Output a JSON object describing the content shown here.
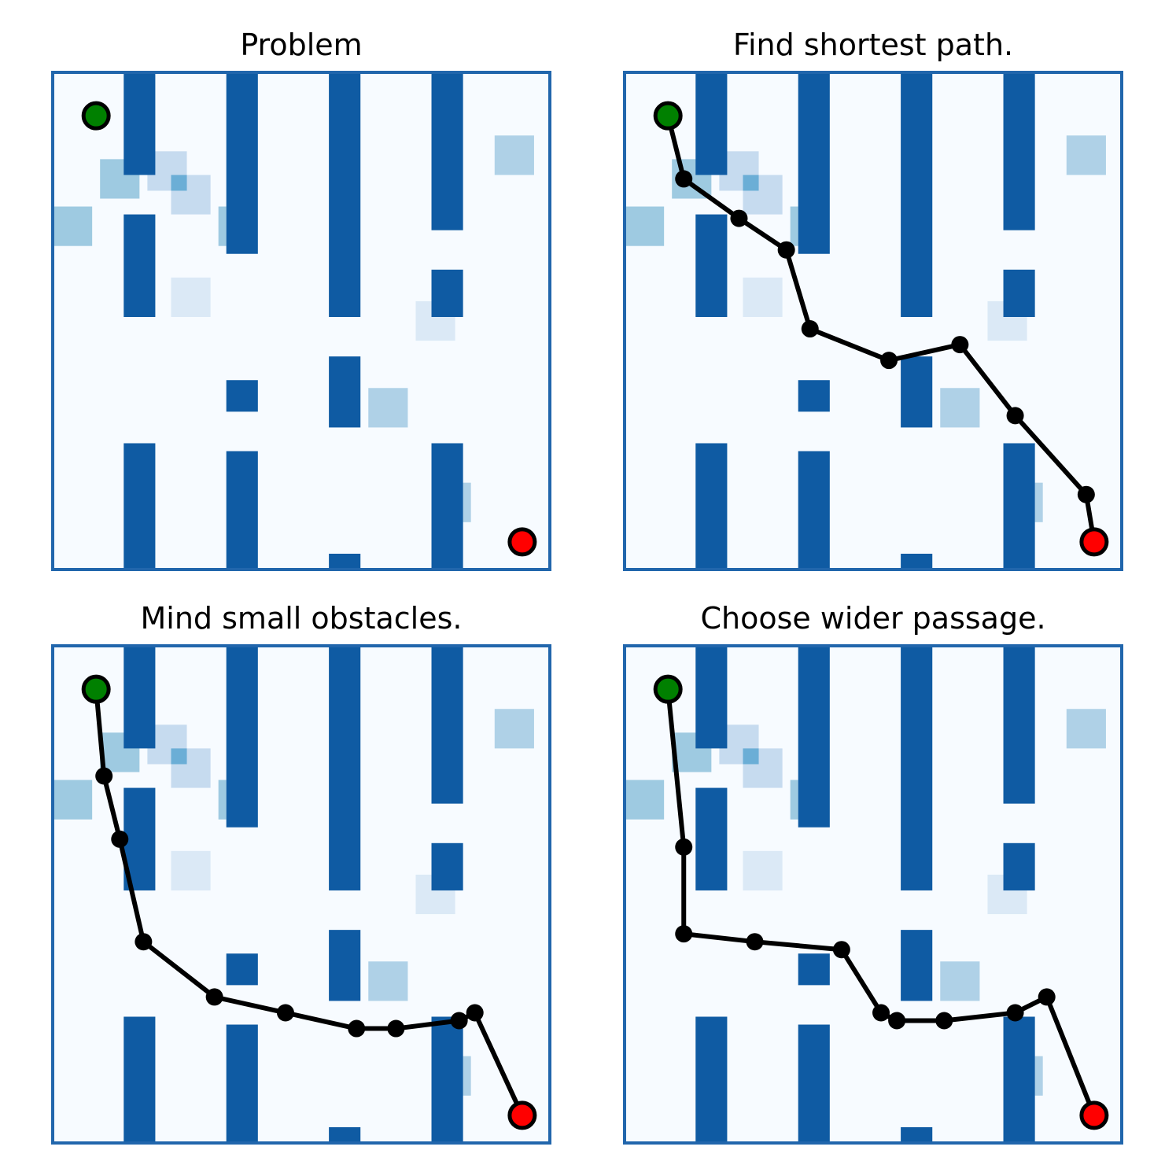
{
  "colors": {
    "background": "#f7fbff",
    "frame": "#2166ac",
    "wall": "#0f5ba3",
    "light_1": "#dbe9f6",
    "light_2": "#c6dbef",
    "light_3": "#9ecae1",
    "light_4": "#6baed6",
    "light_5": "#afd1e7",
    "path": "#000000",
    "start": "#008000",
    "goal": "#ff0000"
  },
  "grid": {
    "cols": 63,
    "rows": 63
  },
  "walls": [
    [
      9,
      0,
      4,
      13
    ],
    [
      22,
      0,
      4,
      23
    ],
    [
      35,
      0,
      4,
      31
    ],
    [
      48,
      0,
      4,
      20
    ],
    [
      9,
      18,
      4,
      13
    ],
    [
      48,
      25,
      4,
      6
    ],
    [
      22,
      39,
      4,
      4
    ],
    [
      35,
      36,
      4,
      9
    ],
    [
      9,
      47,
      4,
      16
    ],
    [
      22,
      48,
      4,
      15
    ],
    [
      48,
      47,
      4,
      16
    ],
    [
      35,
      61,
      4,
      2
    ]
  ],
  "shades": [
    [
      6,
      11,
      5,
      5,
      "light_3"
    ],
    [
      12,
      10,
      5,
      5,
      "light_2"
    ],
    [
      15,
      13,
      5,
      5,
      "light_2"
    ],
    [
      15,
      13,
      2,
      2,
      "light_4"
    ],
    [
      0,
      17,
      5,
      5,
      "light_3"
    ],
    [
      21,
      17,
      1,
      5,
      "light_3"
    ],
    [
      15,
      26,
      5,
      5,
      "light_1"
    ],
    [
      46,
      29,
      5,
      5,
      "light_1"
    ],
    [
      40,
      40,
      5,
      5,
      "light_5"
    ],
    [
      56,
      8,
      5,
      5,
      "light_5"
    ],
    [
      52,
      52,
      1,
      5,
      "light_5"
    ]
  ],
  "start": [
    5,
    5
  ],
  "goal": [
    59,
    59
  ],
  "panels": [
    {
      "title": "Problem",
      "path": []
    },
    {
      "title": "Find shortest path.",
      "path": [
        [
          5,
          5
        ],
        [
          7,
          13
        ],
        [
          14,
          18
        ],
        [
          20,
          22
        ],
        [
          23,
          32
        ],
        [
          33,
          36
        ],
        [
          42,
          34
        ],
        [
          49,
          43
        ],
        [
          58,
          53
        ],
        [
          59,
          59
        ]
      ]
    },
    {
      "title": "Mind small obstacles.",
      "path": [
        [
          5,
          5
        ],
        [
          6,
          16
        ],
        [
          8,
          24
        ],
        [
          11,
          37
        ],
        [
          20,
          44
        ],
        [
          29,
          46
        ],
        [
          38,
          48
        ],
        [
          43,
          48
        ],
        [
          51,
          47
        ],
        [
          53,
          46
        ],
        [
          59,
          59
        ]
      ]
    },
    {
      "title": "Choose wider passage.",
      "path": [
        [
          5,
          5
        ],
        [
          7,
          25
        ],
        [
          7,
          36
        ],
        [
          16,
          37
        ],
        [
          27,
          38
        ],
        [
          32,
          46
        ],
        [
          34,
          47
        ],
        [
          40,
          47
        ],
        [
          49,
          46
        ],
        [
          53,
          44
        ],
        [
          59,
          59
        ]
      ]
    }
  ]
}
